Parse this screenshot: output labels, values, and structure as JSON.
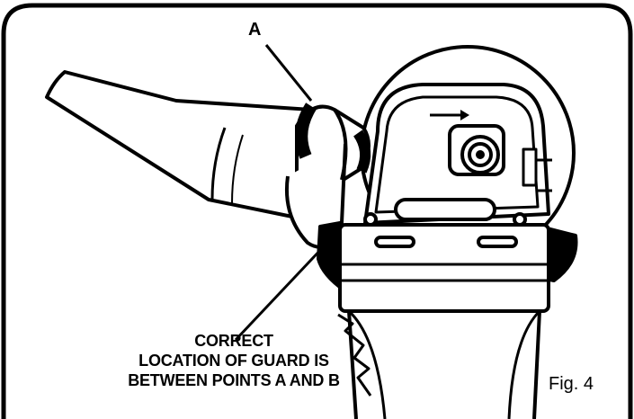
{
  "labels": {
    "point_a": "A",
    "note_lines": [
      "CORRECT",
      "LOCATION OF GUARD IS",
      "BETWEEN POINTS A AND B"
    ],
    "figure": "Fig. 4"
  },
  "colors": {
    "ink": "#000000",
    "paper": "#ffffff"
  },
  "icons": {
    "rotation": "direction-arrow-icon"
  }
}
